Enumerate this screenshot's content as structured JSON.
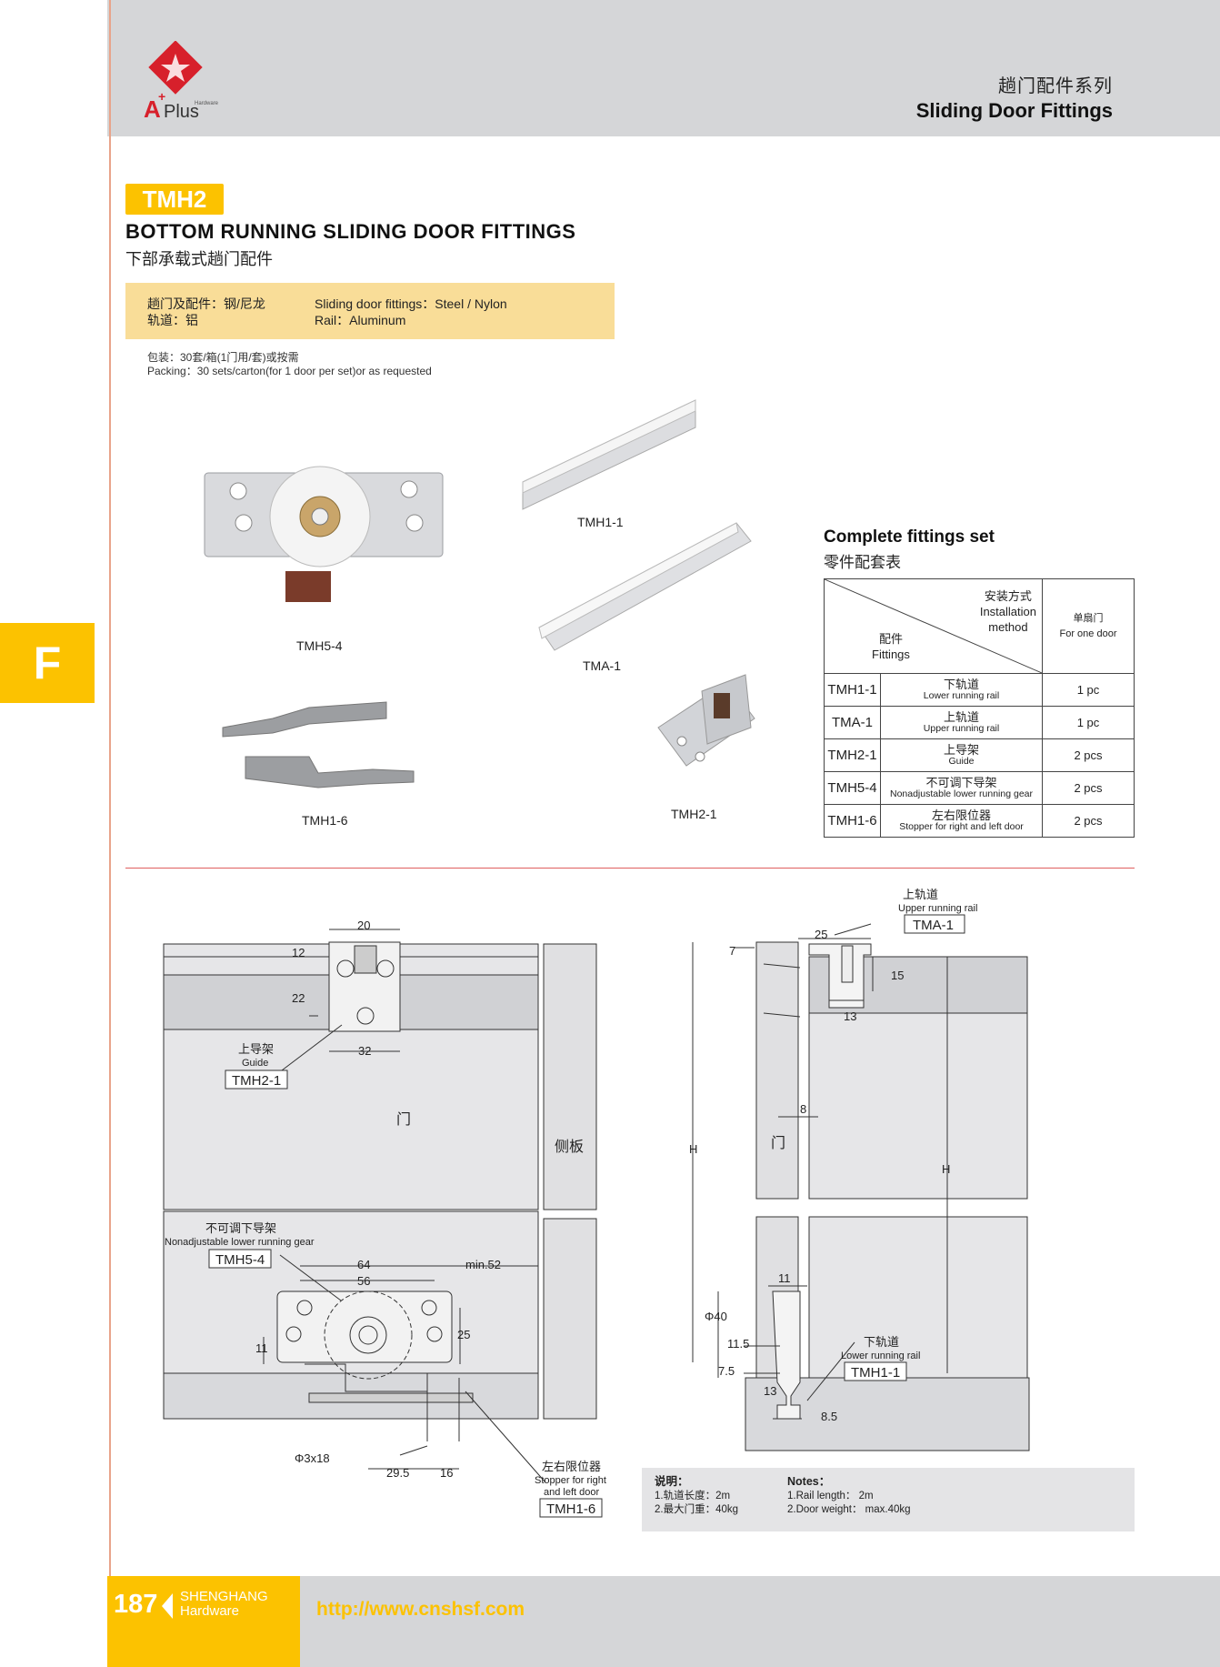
{
  "header": {
    "title_cn": "趟门配件系列",
    "title_en": "Sliding Door Fittings",
    "logo_text": "A+ Plus Hardware"
  },
  "product": {
    "model": "TMH2",
    "title_en": "BOTTOM RUNNING SLIDING DOOR FITTINGS",
    "title_cn": "下部承载式趟门配件"
  },
  "spec": {
    "cn_line1": "趟门及配件：钢/尼龙",
    "cn_line2": "轨道：铝",
    "en_line1": "Sliding door fittings：Steel / Nylon",
    "en_line2": "Rail：Aluminum"
  },
  "packing": {
    "cn": "包装：30套/箱(1门用/套)或按需",
    "en": "Packing：30 sets/carton(for 1 door per set)or as requested"
  },
  "parts": {
    "tmh5_4": "TMH5-4",
    "tmh1_1": "TMH1-1",
    "tma_1": "TMA-1",
    "tmh1_6": "TMH1-6",
    "tmh2_1": "TMH2-1"
  },
  "fittings_table": {
    "title_en": "Complete fittings set",
    "title_cn": "零件配套表",
    "hdr_install_cn": "安装方式",
    "hdr_install_en1": "Installation",
    "hdr_install_en2": "method",
    "hdr_fittings_cn": "配件",
    "hdr_fittings_en": "Fittings",
    "hdr_door_cn": "单扇门",
    "hdr_door_en": "For one door",
    "rows": [
      {
        "code": "TMH1-1",
        "cn": "下轨道",
        "en": "Lower running rail",
        "qty": "1 pc"
      },
      {
        "code": "TMA-1",
        "cn": "上轨道",
        "en": "Upper running rail",
        "qty": "1 pc"
      },
      {
        "code": "TMH2-1",
        "cn": "上导架",
        "en": "Guide",
        "qty": "2 pcs"
      },
      {
        "code": "TMH5-4",
        "cn": "不可调下导架",
        "en": "Nonadjustable lower running gear",
        "qty": "2 pcs"
      },
      {
        "code": "TMH1-6",
        "cn": "左右限位器",
        "en": "Stopper for right and left door",
        "qty": "2 pcs"
      }
    ]
  },
  "drawing": {
    "door": "门",
    "side_panel": "侧板",
    "guide_cn": "上导架",
    "guide_en": "Guide",
    "guide_code": "TMH2-1",
    "gear_cn": "不可调下导架",
    "gear_en": "Nonadjustable lower running gear",
    "gear_code": "TMH5-4",
    "stopper_cn": "左右限位器",
    "stopper_en1": "Stopper for right",
    "stopper_en2": "and left door",
    "stopper_code": "TMH1-6",
    "upper_rail_cn": "上轨道",
    "upper_rail_en": "Upper running rail",
    "upper_rail_code": "TMA-1",
    "lower_rail_cn": "下轨道",
    "lower_rail_en": "Lower running rail",
    "lower_rail_code": "TMH1-1",
    "screw": "Φ3x18",
    "dim_20": "20",
    "dim_12": "12",
    "dim_22": "22",
    "dim_32": "32",
    "dim_64": "64",
    "dim_56": "56",
    "dim_min52": "min.52",
    "dim_25a": "25",
    "dim_11a": "11",
    "dim_29_5": "29.5",
    "dim_16": "16",
    "dim_25b": "25",
    "dim_7": "7",
    "dim_15": "15",
    "dim_13a": "13",
    "dim_8": "8",
    "dim_H": "H",
    "dim_11b": "11",
    "dim_phi40": "Φ40",
    "dim_11_5": "11.5",
    "dim_7_5": "7.5",
    "dim_13b": "13",
    "dim_8_5": "8.5"
  },
  "notes": {
    "cn_title": "说明：",
    "cn_1": "1.轨道长度：2m",
    "cn_2": "2.最大门重：40kg",
    "en_title": "Notes：",
    "en_1": "1.Rail length： 2m",
    "en_2": "2.Door weight： max.40kg"
  },
  "side_tab": "F",
  "footer": {
    "page_number": "187",
    "brand_1": "SHENGHANG",
    "brand_2": "Hardware",
    "url": "http://www.cnshsf.com"
  },
  "colors": {
    "accent_yellow": "#fcc200",
    "band_gray": "#d5d6d8",
    "spec_bg": "#f9dd98",
    "logo_red": "#d7202b"
  }
}
